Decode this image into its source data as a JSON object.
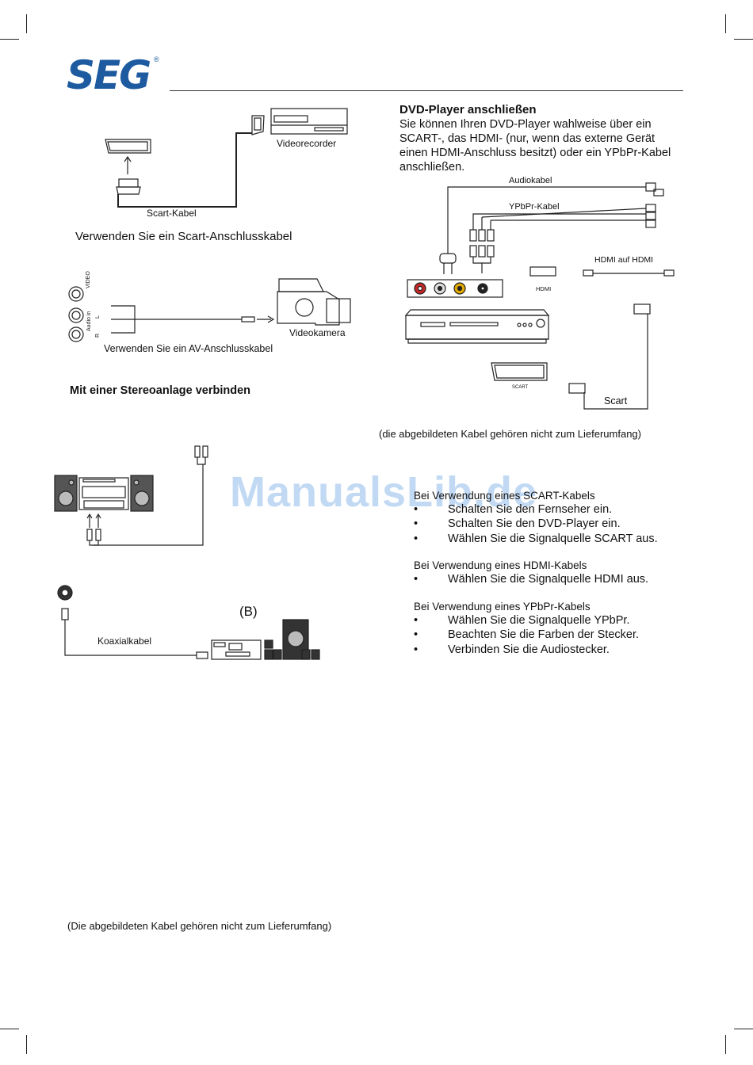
{
  "brand": {
    "logo_text": "SEG",
    "registered_mark": "®"
  },
  "scart_diagram": {
    "videorecorder_label": "Videorecorder",
    "cable_label": "Scart-Kabel",
    "caption": "Verwenden Sie ein Scart-Anschlusskabel"
  },
  "av_diagram": {
    "port_video": "VIDEO",
    "port_audio_in": "Audio in",
    "port_l": "L",
    "port_r": "R",
    "camera_label": "Videokamera",
    "caption": "Verwenden Sie ein AV-Anschlusskabel"
  },
  "stereo_section": {
    "heading": "Mit einer Stereoanlage verbinden"
  },
  "coax_diagram": {
    "marker": "(B)",
    "cable_label": "Koaxialkabel"
  },
  "dvd_section": {
    "heading": "DVD-Player anschließen",
    "intro_lines": [
      "Sie können Ihren DVD-Player wahlweise über ein",
      "SCART-, das HDMI- (nur, wenn das externe Gerät",
      "einen HDMI-Anschluss besitzt) oder ein YPbPr-Kabel",
      "anschließen."
    ],
    "audio_cable_label": "Audiokabel",
    "ypbpr_cable_label": "YPbPr-Kabel",
    "hdmi_cable_label": "HDMI auf HDMI",
    "hdmi_port_label": "HDMI",
    "scart_port_label": "SCART",
    "scart_cable_label": "Scart",
    "note": "(die abgebildeten Kabel gehören nicht zum Lieferumfang)"
  },
  "instructions": {
    "bullet": "•",
    "scart": {
      "heading": "Bei Verwendung eines SCART-Kabels",
      "items": [
        "Schalten Sie den Fernseher ein.",
        "Schalten Sie den DVD-Player ein.",
        "Wählen Sie die Signalquelle SCART aus."
      ]
    },
    "hdmi": {
      "heading": "Bei Verwendung eines HDMI-Kabels",
      "items": [
        "Wählen Sie die Signalquelle HDMI aus."
      ]
    },
    "ypbpr": {
      "heading": "Bei Verwendung eines YPbPr-Kabels",
      "items": [
        "Wählen Sie die Signalquelle YPbPr.",
        "Beachten Sie die Farben der Stecker.",
        "Verbinden Sie die Audiostecker."
      ]
    }
  },
  "footer_note": "(Die abgebildeten Kabel gehören nicht zum Lieferumfang)",
  "watermark": "ManualsLib.de",
  "colors": {
    "logo_blue": "#1e5aa0",
    "watermark_blue": "#78aae6",
    "jack_red": "#c62828",
    "jack_yellow": "#e0a800"
  }
}
